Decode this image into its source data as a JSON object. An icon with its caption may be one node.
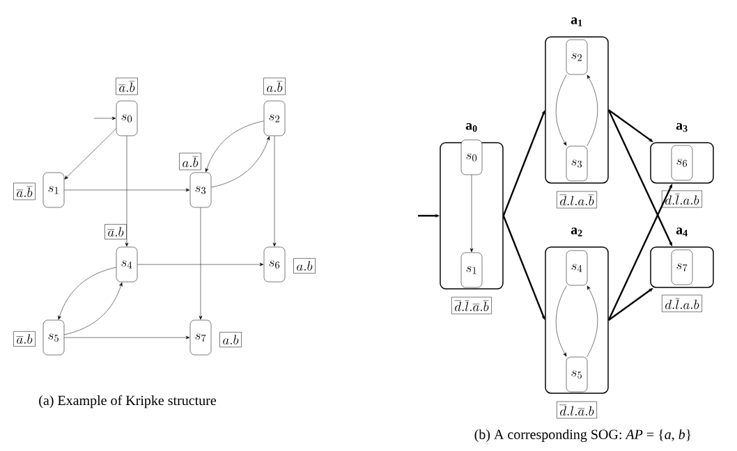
{
  "diagram": {
    "nodes": [
      {
        "text": [
          "s_0"
        ],
        "beside": [
          "\\overline{a}.\\overline{b}"
        ]
      },
      {
        "text": [
          "s_1"
        ],
        "beside": [
          "\\overline{a}.\\overline{b}"
        ]
      },
      {
        "text": [
          "s_2"
        ],
        "beside": [
          "a.\\overline{b}"
        ]
      },
      {
        "text": [
          "s_3"
        ],
        "beside": [
          "a.\\overline{b}"
        ]
      },
      {
        "text": [
          "s_4"
        ],
        "beside": [
          "\\overline{a}.b"
        ]
      },
      {
        "text": [
          "s_5"
        ],
        "beside": [
          "\\overline{a}.b"
        ]
      },
      {
        "text": [
          "s_6"
        ],
        "beside": [
          "a.b"
        ]
      },
      {
        "text": [
          "s_7"
        ],
        "beside": [
          "a.b"
        ]
      },
      {
        "text": [
          "\\mathbf{a_0}"
        ],
        "beside": [
          "\\overline{d}.\\overline{l}.\\overline{a}.\\overline{b}"
        ]
      },
      {
        "text": [
          "s_0"
        ],
        "in": 8
      },
      {
        "text": [
          "s_1"
        ],
        "in": 8
      },
      {
        "text": [
          "\\mathbf{a_1}"
        ],
        "beside": [
          "\\overline{d}.l.a.\\overline{b}"
        ]
      },
      {
        "text": [
          "s_2"
        ],
        "in": 11
      },
      {
        "text": [
          "s_3"
        ],
        "in": 11
      },
      {
        "text": [
          "\\mathbf{a_2}"
        ],
        "beside": [
          "\\overline{d}.l.\\overline{a}.b"
        ]
      },
      {
        "text": [
          "s_4"
        ],
        "in": 14
      },
      {
        "text": [
          "s_5"
        ],
        "in": 14
      },
      {
        "text": [
          "\\mathbf{a_3}"
        ],
        "beside": [
          "d.\\overline{l}.a.b"
        ]
      },
      {
        "text": [
          "s_6"
        ],
        "in": 17
      },
      {
        "text": [
          "\\mathbf{a_4}"
        ],
        "beside": [
          "d.\\overline{l}.a.b"
        ]
      },
      {
        "text": [
          "s_7"
        ],
        "in": 19
      }
    ],
    "edges": [
      {
        "from": null,
        "to": 0,
        "arrow": "to"
      },
      {
        "from": 0,
        "to": 1,
        "arrow": "to"
      },
      {
        "from": 0,
        "to": 4,
        "arrow": "to"
      },
      {
        "from": 1,
        "to": 3,
        "arrow": "to"
      },
      {
        "from": 2,
        "to": 3,
        "arrow": "to"
      },
      {
        "from": 3,
        "to": 2,
        "arrow": "to"
      },
      {
        "from": 2,
        "to": 6,
        "arrow": "to"
      },
      {
        "from": 3,
        "to": 7,
        "arrow": "to"
      },
      {
        "from": 4,
        "to": 6,
        "arrow": "to"
      },
      {
        "from": 4,
        "to": 5,
        "arrow": "to"
      },
      {
        "from": 5,
        "to": 4,
        "arrow": "to"
      },
      {
        "from": 5,
        "to": 7,
        "arrow": "to"
      },
      {
        "from": null,
        "to": 8,
        "arrow": "to",
        "style": "thick"
      },
      {
        "from": 8,
        "to": 11,
        "arrow": "to",
        "style": "thick"
      },
      {
        "from": 8,
        "to": 14,
        "arrow": "to",
        "style": "thick"
      },
      {
        "from": 11,
        "to": 17,
        "arrow": "to",
        "style": "thick"
      },
      {
        "from": 11,
        "to": 19,
        "arrow": "to",
        "style": "thick"
      },
      {
        "from": 14,
        "to": 17,
        "arrow": "to",
        "style": "thick"
      },
      {
        "from": 14,
        "to": 19,
        "arrow": "to",
        "style": "thick"
      },
      {
        "from": 9,
        "to": 10,
        "arrow": "to"
      },
      {
        "from": 12,
        "to": 13,
        "arrow": "to"
      },
      {
        "from": 13,
        "to": 12,
        "arrow": "to"
      },
      {
        "from": 15,
        "to": 16,
        "arrow": "to"
      },
      {
        "from": 16,
        "to": 15,
        "arrow": "to"
      }
    ],
    "labels": [
      "(a) Example of Kripke structure",
      "(b) A corresponding SOG: *AP* = {*a*, *b*}"
    ]
  }
}
